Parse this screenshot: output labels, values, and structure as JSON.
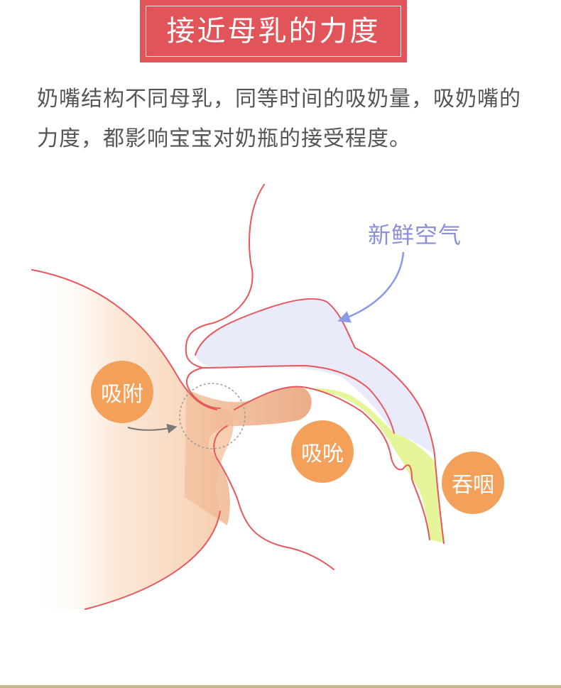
{
  "title": "接近母乳的力度",
  "description": "奶嘴结构不同母乳，同等时间的吸奶量，吸奶嘴的力度，都影响宝宝对奶瓶的接受程度。",
  "labels": {
    "fresh_air": "新鲜空气",
    "latch": "吸附",
    "suck": "吸吮",
    "swallow": "吞咽"
  },
  "colors": {
    "title_bg": "#e0545a",
    "outline": "#e8565c",
    "bubble": "#f2a05a",
    "air_fill": "#e9ebfa",
    "air_text": "#8a8fd8",
    "throat_fill": "#e6f59a",
    "tongue_fill": "#eda77a"
  }
}
